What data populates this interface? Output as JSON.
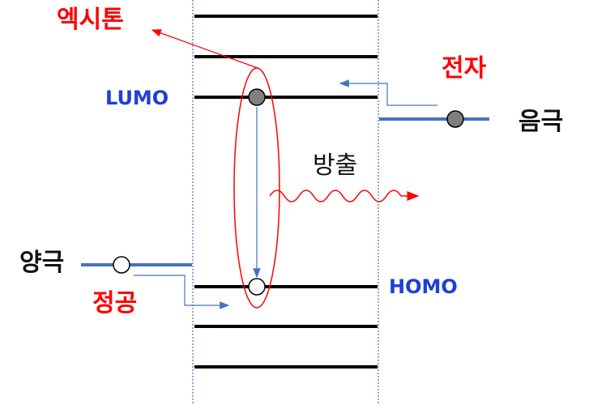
{
  "labels": {
    "exciton": "엑시톤",
    "electron": "전자",
    "lumo": "LUMO",
    "cathode": "음극",
    "emission": "방출",
    "anode": "양극",
    "hole": "정공",
    "homo": "HOMO"
  },
  "colors": {
    "red": "#ff0000",
    "blue_text": "#1f3fd6",
    "electrode_line": "#4472c4",
    "arrow_blue": "#4472c4",
    "level_line": "#000000",
    "electron_fill": "#7f7f7f"
  }
}
